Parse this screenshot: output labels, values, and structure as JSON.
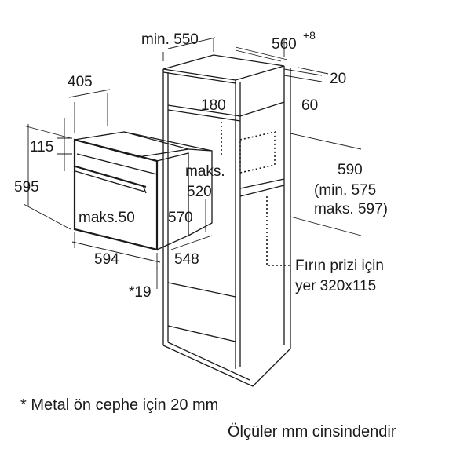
{
  "diagram": {
    "labels": {
      "min_550": "min. 550",
      "d560": "560",
      "d560_sup": "+8",
      "d20": "20",
      "d405": "405",
      "d180": "180",
      "d60": "60",
      "d115": "115",
      "d595": "595",
      "maks_top": "maks.",
      "d520": "520",
      "d590": "590",
      "min575": "(min. 575",
      "maks597": "maks. 597)",
      "maks50": "maks.50",
      "d570": "570",
      "d594": "594",
      "d548": "548",
      "d19": "*19",
      "socket_line1": "Fırın prizi için",
      "socket_line2": "yer 320x115"
    },
    "notes": {
      "metal_front": "* Metal ön cephe için 20 mm",
      "units": "Ölçüler mm cinsindendir"
    }
  }
}
